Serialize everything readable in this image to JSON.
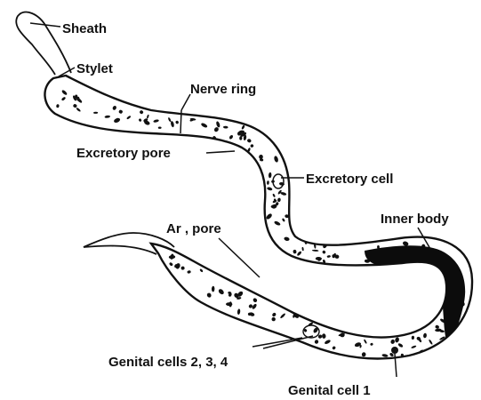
{
  "labels": {
    "sheath": "Sheath",
    "stylet": "Stylet",
    "nerve_ring": "Nerve ring",
    "excretory_pore": "Excretory pore",
    "excretory_cell": "Excretory cell",
    "anal_pore": "Ar  , pore",
    "inner_body": "Inner body",
    "genital_cells_234": "Genital cells 2, 3, 4",
    "genital_cell_1": "Genital cell 1"
  }
}
